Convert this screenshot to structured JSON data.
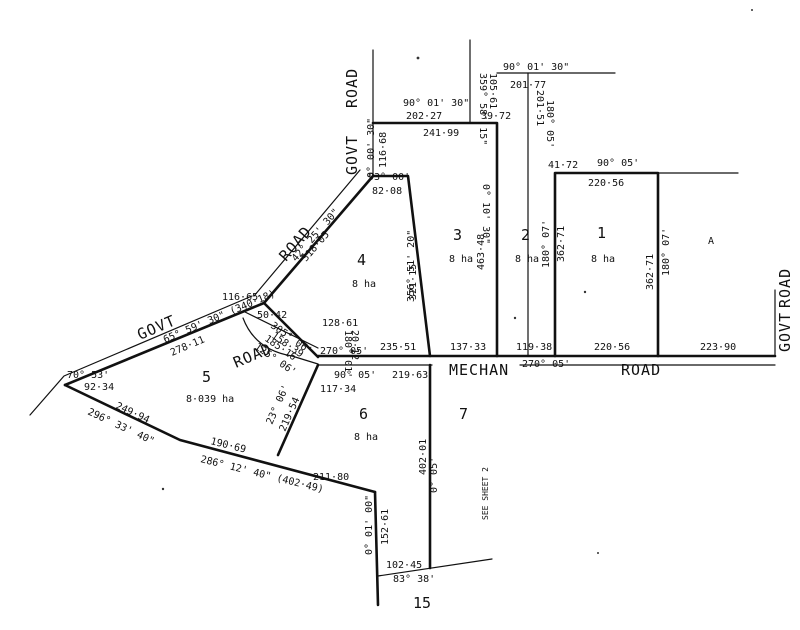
{
  "roads": {
    "govt_road_top_a": "ROAD",
    "govt_road_top_b": "GOVT",
    "road_diag_label": "ROAD",
    "govt_road_left_a": "GOVT",
    "road_inner": "ROAD",
    "mechan_name": "MECHAN",
    "mechan_road": "ROAD",
    "govt_road_right_a": "ROAD",
    "govt_road_right_b": "GOVT"
  },
  "lots": [
    {
      "number": "1",
      "area": "8 ha"
    },
    {
      "number": "2",
      "area": "8 ha"
    },
    {
      "number": "3",
      "area": "8 ha"
    },
    {
      "number": "4",
      "area": "8 ha"
    },
    {
      "number": "5",
      "area": "8·039 ha"
    },
    {
      "number": "6",
      "area": "8 ha"
    },
    {
      "number": "7",
      "area": ""
    },
    {
      "number": "15",
      "area": ""
    }
  ],
  "dimensions": {
    "b_90_01_30_top": "90° 01' 30\"",
    "d_201_77": "201·77",
    "v_359_58_15": "359° 58' 15\"",
    "v_105_61": "105·61",
    "b_90_01_30_mid": "90° 01' 30\"",
    "d_202_27": "202·27",
    "d_241_99": "241·99",
    "d_39_72": "39·72",
    "v_201_51": "201·51",
    "v_180_05": "180° 05'",
    "v_0_00_30": "0° 00' 30\"",
    "v_116_68": "116·68",
    "d_41_72": "41·72",
    "b_90_05": "90° 05'",
    "d_220_56_top": "220·56",
    "b_93_00": "93° 00'",
    "d_82_08": "82·08",
    "b_42_25_30": "42° 25' 30\"",
    "d_318_05": "318·05",
    "v_0_10_30": "0° 10' 30\"",
    "v_463_48": "463·48",
    "v_180_07_a": "180° 07'",
    "v_362_71_a": "362·71",
    "v_362_71_b": "362·71",
    "v_180_07_b": "180° 07'",
    "v_356_51_20": "356° 51' 20\"",
    "v_321_15": "321·15",
    "d_116_65": "116·65",
    "d_50_42": "50·42",
    "b_305_06": "305° 06'",
    "d_158_39": "158·39",
    "d_128_61": "128·61",
    "v_180_01": "180° 01'",
    "v_20_12": "20·12",
    "b_65_59_30": "65° 59' 30\" (340·18)",
    "d_278_11": "278·11",
    "d_185_16": "185·16",
    "b_125_06": "125° 06'",
    "b_270_05": "270° 05'",
    "d_235_51": "235·51",
    "d_137_33": "137·33",
    "d_119_38": "119·38",
    "d_220_56_bot": "220·56",
    "d_223_90": "223·90",
    "b_270_05_mechan": "270° 05'",
    "b_90_05_low": "90° 05'",
    "d_219_63": "219·63",
    "d_117_34": "117·34",
    "b_70_53": "70° 53'",
    "d_92_34": "92·34",
    "d_249_94": "249·94",
    "b_296_33_40": "296° 33' 40\"",
    "b_23_06": "23° 06'",
    "v_219_54": "219·54",
    "d_190_69": "190·69",
    "b_286_12_40": "286° 12' 40\" (402·49)",
    "d_211_80": "211·80",
    "v_0_05": "0° 05'",
    "v_402_01": "402·01",
    "v_0_01_00": "0° 01' 00\"",
    "v_152_61": "152·61",
    "d_102_45": "102·45",
    "b_83_38": "83° 38'"
  },
  "notes": {
    "see_sheet": "SEE SHEET 2",
    "letter_a": "A"
  }
}
